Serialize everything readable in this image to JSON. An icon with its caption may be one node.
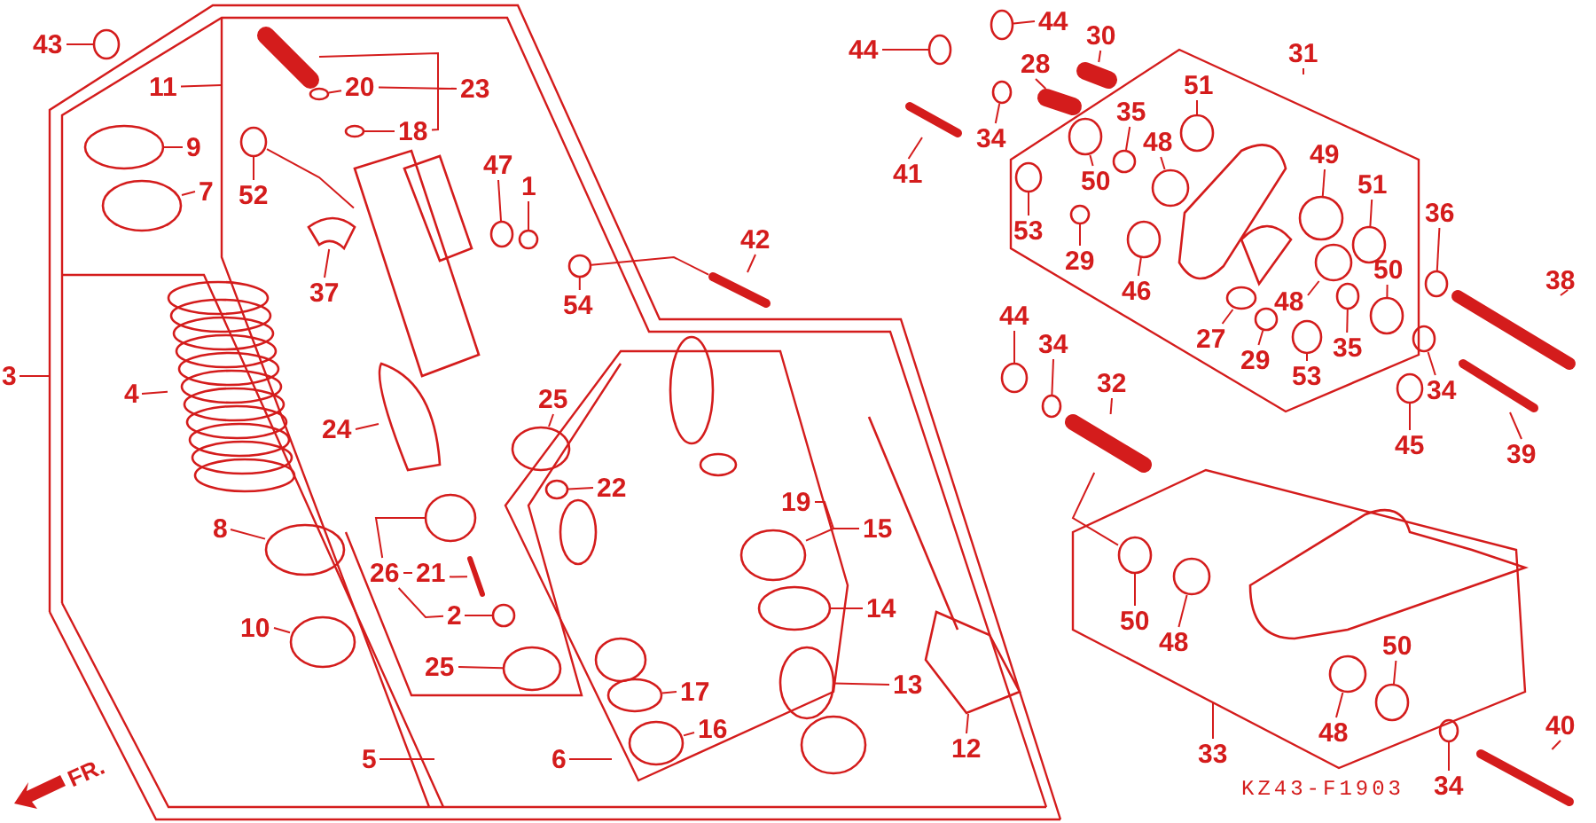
{
  "diagram": {
    "nodes": [
      {
        "text": [
          "43"
        ]
      },
      {
        "text": [
          "11"
        ]
      },
      {
        "text": [
          "9"
        ]
      },
      {
        "text": [
          "7"
        ]
      },
      {
        "text": [
          "3"
        ]
      },
      {
        "text": [
          "4"
        ]
      },
      {
        "text": [
          "8"
        ]
      },
      {
        "text": [
          "10"
        ]
      },
      {
        "text": [
          "52"
        ]
      },
      {
        "text": [
          "20"
        ]
      },
      {
        "text": [
          "23"
        ]
      },
      {
        "text": [
          "18"
        ]
      },
      {
        "text": [
          "47"
        ]
      },
      {
        "text": [
          "1"
        ]
      },
      {
        "text": [
          "37"
        ]
      },
      {
        "text": [
          "54"
        ]
      },
      {
        "text": [
          "42"
        ]
      },
      {
        "text": [
          "24"
        ]
      },
      {
        "text": [
          "25"
        ]
      },
      {
        "text": [
          "22"
        ]
      },
      {
        "text": [
          "26"
        ]
      },
      {
        "text": [
          "21"
        ]
      },
      {
        "text": [
          "2"
        ]
      },
      {
        "text": [
          "25"
        ]
      },
      {
        "text": [
          "5"
        ]
      },
      {
        "text": [
          "6"
        ]
      },
      {
        "text": [
          "17"
        ]
      },
      {
        "text": [
          "16"
        ]
      },
      {
        "text": [
          "19"
        ]
      },
      {
        "text": [
          "15"
        ]
      },
      {
        "text": [
          "14"
        ]
      },
      {
        "text": [
          "13"
        ]
      },
      {
        "text": [
          "12"
        ]
      },
      {
        "text": [
          "44"
        ]
      },
      {
        "text": [
          "44"
        ]
      },
      {
        "text": [
          "30"
        ]
      },
      {
        "text": [
          "28"
        ]
      },
      {
        "text": [
          "34"
        ]
      },
      {
        "text": [
          "41"
        ]
      },
      {
        "text": [
          "53"
        ]
      },
      {
        "text": [
          "31"
        ]
      },
      {
        "text": [
          "51"
        ]
      },
      {
        "text": [
          "35"
        ]
      },
      {
        "text": [
          "48"
        ]
      },
      {
        "text": [
          "50"
        ]
      },
      {
        "text": [
          "29"
        ]
      },
      {
        "text": [
          "46"
        ]
      },
      {
        "text": [
          "49"
        ]
      },
      {
        "text": [
          "51"
        ]
      },
      {
        "text": [
          "50"
        ]
      },
      {
        "text": [
          "48"
        ]
      },
      {
        "text": [
          "27"
        ]
      },
      {
        "text": [
          "29"
        ]
      },
      {
        "text": [
          "53"
        ]
      },
      {
        "text": [
          "35"
        ]
      },
      {
        "text": [
          "36"
        ]
      },
      {
        "text": [
          "38"
        ]
      },
      {
        "text": [
          "34"
        ]
      },
      {
        "text": [
          "45"
        ]
      },
      {
        "text": [
          "39"
        ]
      },
      {
        "text": [
          "44"
        ]
      },
      {
        "text": [
          "34"
        ]
      },
      {
        "text": [
          "32"
        ]
      },
      {
        "text": [
          "50"
        ]
      },
      {
        "text": [
          "48"
        ]
      },
      {
        "text": [
          "33"
        ]
      },
      {
        "text": [
          "50"
        ]
      },
      {
        "text": [
          "48"
        ]
      },
      {
        "text": [
          "34"
        ]
      },
      {
        "text": [
          "40"
        ]
      },
      {
        "text": [],
        "shape": "circle"
      },
      {
        "text": [],
        "shape": "circle"
      },
      {
        "text": [],
        "shape": "circle"
      },
      {
        "text": [],
        "shape": "picture"
      },
      {
        "text": [],
        "shape": "circle"
      },
      {
        "text": [],
        "shape": "circle"
      },
      {
        "text": [],
        "shape": "circle"
      },
      {
        "text": [],
        "shape": "circle"
      },
      {
        "text": [],
        "shape": "bar"
      },
      {
        "text": [],
        "shape": "circle"
      },
      {
        "text": [],
        "shape": "circle"
      },
      {
        "text": [],
        "shape": "circle"
      },
      {
        "text": [],
        "shape": "picture"
      },
      {
        "text": [],
        "shape": "circle"
      },
      {
        "text": [],
        "shape": "bar"
      },
      {
        "text": [],
        "shape": "picture"
      },
      {
        "text": [],
        "shape": "circle"
      },
      {
        "text": [],
        "shape": "circle"
      },
      {
        "text": [],
        "shape": "circle"
      },
      {
        "text": [],
        "shape": "bar"
      },
      {
        "text": [],
        "shape": "circle"
      },
      {
        "text": [],
        "shape": "circle"
      },
      {
        "text": [],
        "shape": "circle"
      },
      {
        "text": [],
        "shape": "circle"
      },
      {
        "text": [],
        "shape": "circle"
      },
      {
        "text": [],
        "shape": "circle"
      },
      {
        "text": [],
        "shape": "circle"
      },
      {
        "text": [],
        "shape": "picture"
      },
      {
        "text": [],
        "shape": "circle"
      },
      {
        "text": [],
        "shape": "circle"
      },
      {
        "text": [],
        "shape": "bar"
      },
      {
        "text": [],
        "shape": "bar"
      },
      {
        "text": [],
        "shape": "circle"
      },
      {
        "text": [],
        "shape": "bar"
      },
      {
        "text": [],
        "shape": "circle"
      },
      {
        "text": [],
        "shape": "circle"
      },
      {
        "text": [],
        "shape": "circle"
      },
      {
        "text": [],
        "shape": "circle"
      },
      {
        "text": [],
        "shape": "circle"
      },
      {
        "text": [],
        "shape": "circle"
      },
      {
        "text": [],
        "shape": "circle"
      },
      {
        "text": [],
        "shape": "circle"
      },
      {
        "text": [],
        "shape": "circle"
      },
      {
        "text": [],
        "shape": "circle"
      },
      {
        "text": [],
        "shape": "circle"
      },
      {
        "text": [],
        "shape": "circle"
      },
      {
        "text": [],
        "shape": "circle"
      },
      {
        "text": [],
        "shape": "circle"
      },
      {
        "text": [],
        "shape": "circle"
      },
      {
        "text": [],
        "shape": "circle"
      },
      {
        "text": [],
        "shape": "bar"
      },
      {
        "text": [],
        "shape": "circle"
      },
      {
        "text": [],
        "shape": "circle"
      },
      {
        "text": [],
        "shape": "bar"
      },
      {
        "text": [],
        "shape": "circle"
      },
      {
        "text": [],
        "shape": "circle"
      },
      {
        "text": [],
        "shape": "bar"
      },
      {
        "text": [],
        "shape": "circle"
      },
      {
        "text": [],
        "shape": "circle"
      },
      {
        "text": [],
        "shape": "circle"
      },
      {
        "text": [],
        "shape": "circle"
      },
      {
        "text": [],
        "shape": "circle"
      },
      {
        "text": [],
        "shape": "bar"
      },
      {
        "text": [],
        "shape": "picture"
      }
    ],
    "edges": [
      {
        "from": 0,
        "to": 70,
        "arrow": "none"
      },
      {
        "from": 1,
        "to": null,
        "arrow": "none"
      },
      {
        "from": 2,
        "to": 71,
        "arrow": "none"
      },
      {
        "from": 3,
        "to": 72,
        "arrow": "none"
      },
      {
        "from": 4,
        "to": null,
        "arrow": "none"
      },
      {
        "from": 5,
        "to": 73,
        "arrow": "none"
      },
      {
        "from": 6,
        "to": 74,
        "arrow": "none"
      },
      {
        "from": 7,
        "to": 75,
        "arrow": "none"
      },
      {
        "from": 8,
        "to": 76,
        "arrow": "none"
      },
      {
        "from": 9,
        "to": 77,
        "arrow": "none"
      },
      {
        "from": 10,
        "to": 78,
        "arrow": "none"
      },
      {
        "from": 10,
        "to": 9,
        "arrow": "none"
      },
      {
        "from": 10,
        "to": 11,
        "arrow": "none"
      },
      {
        "from": 11,
        "to": 79,
        "arrow": "none"
      },
      {
        "from": 12,
        "to": 80,
        "arrow": "none"
      },
      {
        "from": 13,
        "to": 81,
        "arrow": "none"
      },
      {
        "from": 14,
        "to": 82,
        "arrow": "none"
      },
      {
        "from": 15,
        "to": 83,
        "arrow": "none"
      },
      {
        "from": 16,
        "to": 84,
        "arrow": "none"
      },
      {
        "from": 17,
        "to": 85,
        "arrow": "none"
      },
      {
        "from": 18,
        "to": 86,
        "arrow": "none"
      },
      {
        "from": 19,
        "to": 87,
        "arrow": "none"
      },
      {
        "from": 20,
        "to": 88,
        "arrow": "none"
      },
      {
        "from": 20,
        "to": 21,
        "arrow": "none"
      },
      {
        "from": 20,
        "to": 22,
        "arrow": "none"
      },
      {
        "from": 21,
        "to": 89,
        "arrow": "none"
      },
      {
        "from": 22,
        "to": 90,
        "arrow": "none"
      },
      {
        "from": 23,
        "to": 91,
        "arrow": "none"
      },
      {
        "from": 24,
        "to": null,
        "arrow": "none"
      },
      {
        "from": 25,
        "to": null,
        "arrow": "none"
      },
      {
        "from": 26,
        "to": 92,
        "arrow": "none"
      },
      {
        "from": 27,
        "to": 93,
        "arrow": "none"
      },
      {
        "from": 29,
        "to": 94,
        "arrow": "none"
      },
      {
        "from": 29,
        "to": 28,
        "arrow": "none"
      },
      {
        "from": 30,
        "to": 95,
        "arrow": "none"
      },
      {
        "from": 31,
        "to": 96,
        "arrow": "none"
      },
      {
        "from": 32,
        "to": 97,
        "arrow": "none"
      },
      {
        "from": 33,
        "to": 98,
        "arrow": "none"
      },
      {
        "from": 34,
        "to": 99,
        "arrow": "none"
      },
      {
        "from": 35,
        "to": 100,
        "arrow": "none"
      },
      {
        "from": 36,
        "to": 101,
        "arrow": "none"
      },
      {
        "from": 37,
        "to": 102,
        "arrow": "none"
      },
      {
        "from": 38,
        "to": 103,
        "arrow": "none"
      },
      {
        "from": 39,
        "to": 104,
        "arrow": "none"
      },
      {
        "from": 40,
        "to": null,
        "arrow": "none"
      },
      {
        "from": 41,
        "to": 105,
        "arrow": "none"
      },
      {
        "from": 42,
        "to": 106,
        "arrow": "none"
      },
      {
        "from": 43,
        "to": 107,
        "arrow": "none"
      },
      {
        "from": 44,
        "to": 108,
        "arrow": "none"
      },
      {
        "from": 45,
        "to": 109,
        "arrow": "none"
      },
      {
        "from": 46,
        "to": 110,
        "arrow": "none"
      },
      {
        "from": 47,
        "to": 111,
        "arrow": "none"
      },
      {
        "from": 48,
        "to": 112,
        "arrow": "none"
      },
      {
        "from": 49,
        "to": 113,
        "arrow": "none"
      },
      {
        "from": 50,
        "to": 114,
        "arrow": "none"
      },
      {
        "from": 51,
        "to": 115,
        "arrow": "none"
      },
      {
        "from": 52,
        "to": 116,
        "arrow": "none"
      },
      {
        "from": 53,
        "to": 117,
        "arrow": "none"
      },
      {
        "from": 54,
        "to": 118,
        "arrow": "none"
      },
      {
        "from": 55,
        "to": 119,
        "arrow": "none"
      },
      {
        "from": 56,
        "to": 120,
        "arrow": "none"
      },
      {
        "from": 57,
        "to": 121,
        "arrow": "none"
      },
      {
        "from": 58,
        "to": 122,
        "arrow": "none"
      },
      {
        "from": 59,
        "to": 123,
        "arrow": "none"
      },
      {
        "from": 60,
        "to": 124,
        "arrow": "none"
      },
      {
        "from": 61,
        "to": 125,
        "arrow": "none"
      },
      {
        "from": 62,
        "to": 126,
        "arrow": "none"
      },
      {
        "from": 63,
        "to": 127,
        "arrow": "none"
      },
      {
        "from": 64,
        "to": 128,
        "arrow": "none"
      },
      {
        "from": 65,
        "to": null,
        "arrow": "none"
      },
      {
        "from": 66,
        "to": 129,
        "arrow": "none"
      },
      {
        "from": 67,
        "to": 130,
        "arrow": "none"
      },
      {
        "from": 68,
        "to": 131,
        "arrow": "none"
      },
      {
        "from": 69,
        "to": 132,
        "arrow": "none"
      },
      {
        "from": 83,
        "to": 84,
        "arrow": "none"
      },
      {
        "from": 76,
        "to": 133,
        "arrow": "none"
      },
      {
        "from": 126,
        "to": 127,
        "arrow": "none"
      }
    ],
    "labels": [
      "FR.",
      "KZ43-F1903"
    ]
  }
}
